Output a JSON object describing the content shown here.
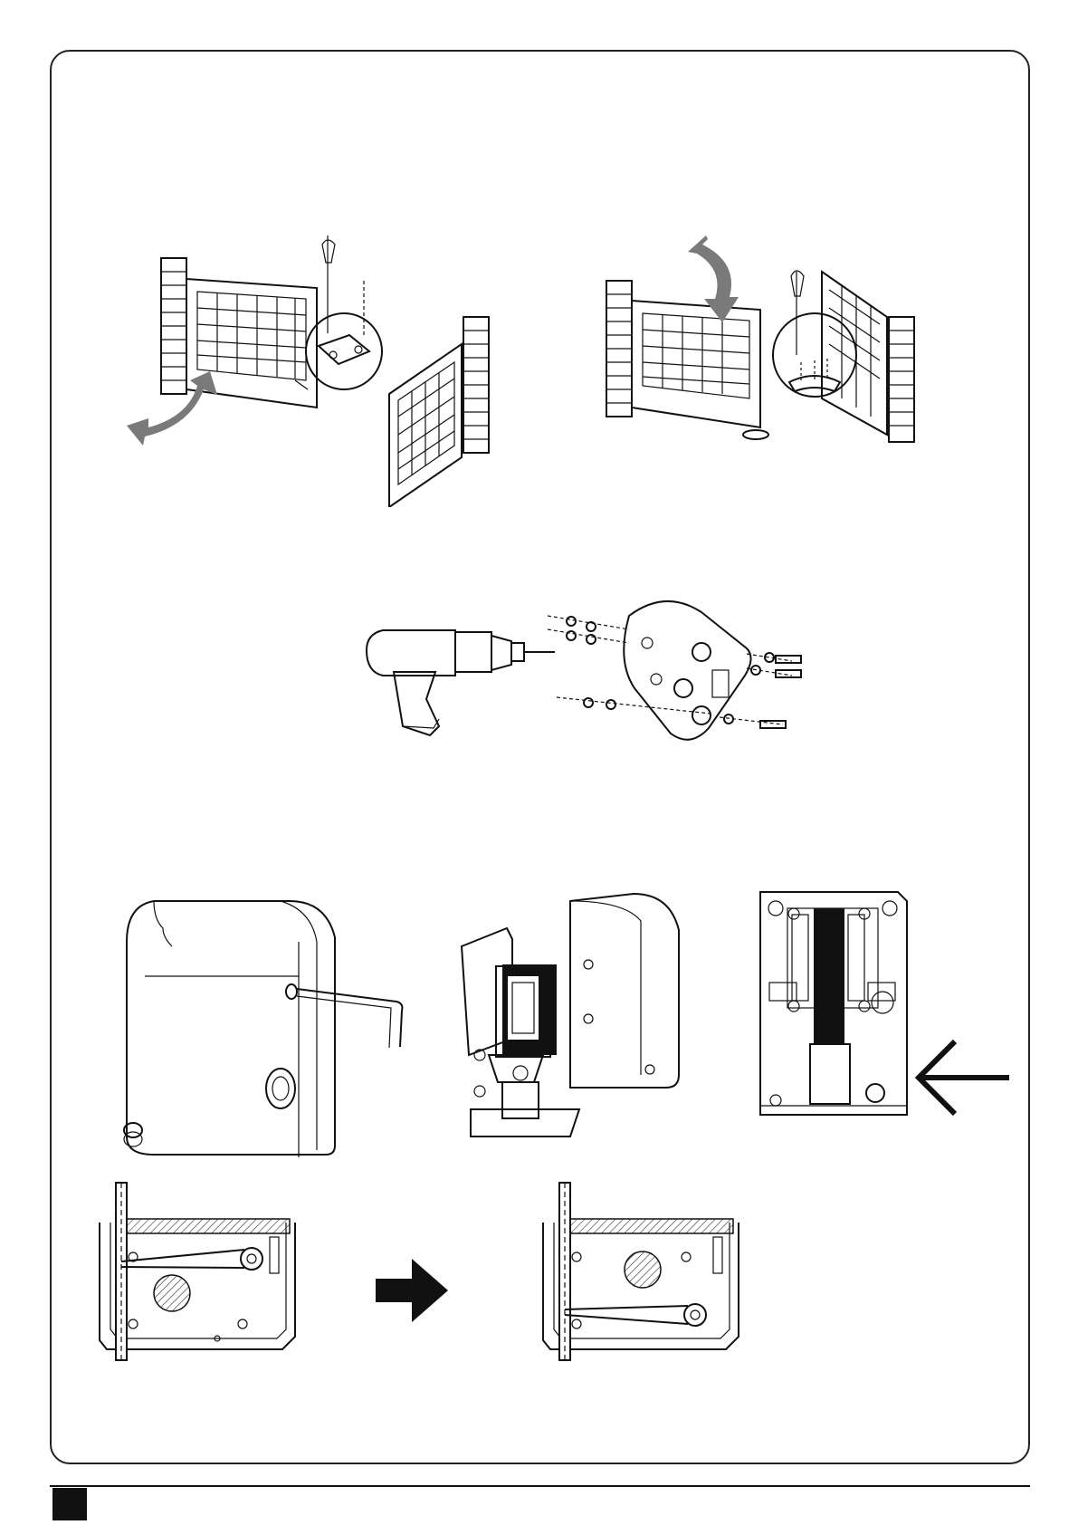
{
  "page": {
    "title": "",
    "page_number": ""
  },
  "colors": {
    "line": "#111111",
    "arrow_grey": "#7a7a7a",
    "hatch": "#333333",
    "frame": "#222222"
  },
  "figures": [
    {
      "name": "gate-opening-inward-illustration",
      "icon": "gate-swing-icon"
    },
    {
      "name": "gate-opening-outward-illustration",
      "icon": "gate-swing-icon"
    },
    {
      "name": "drill-and-bracket-illustration",
      "icon": "drill-icon"
    },
    {
      "name": "motor-housing-allen-key-illustration",
      "icon": "motor-cover-icon"
    },
    {
      "name": "motor-assembly-exploded-illustration",
      "icon": "motor-assembly-icon"
    },
    {
      "name": "motor-internal-view-illustration",
      "icon": "motor-internal-icon"
    },
    {
      "name": "belt-position-before-diagram",
      "icon": "belt-diagram-icon"
    },
    {
      "name": "belt-position-after-diagram",
      "icon": "belt-diagram-icon"
    }
  ]
}
